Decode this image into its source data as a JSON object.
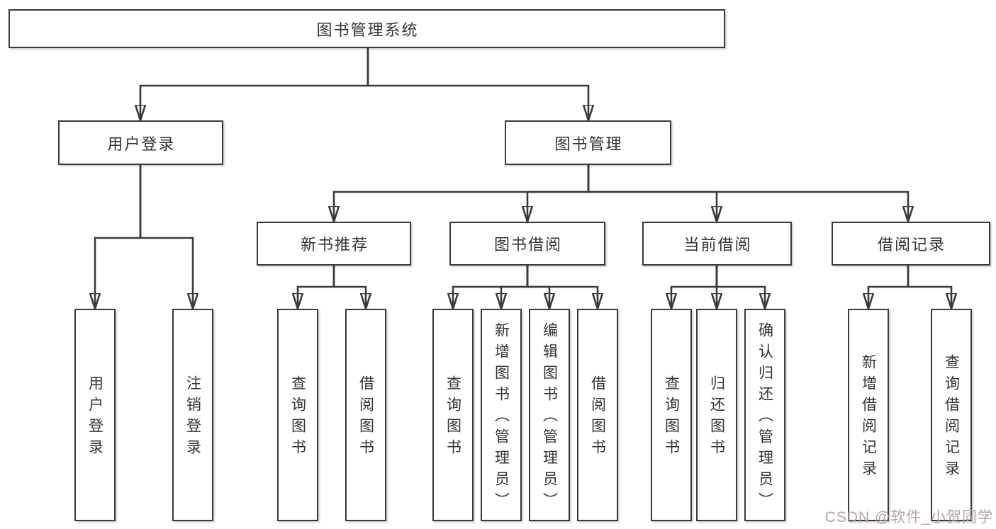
{
  "diagram": {
    "type": "tree",
    "structure": {
      "root": {
        "label": "图书管理系统",
        "children": [
          {
            "label": "用户登录",
            "children": [
              {
                "label": "用户登录"
              },
              {
                "label": "注销登录"
              }
            ]
          },
          {
            "label": "图书管理",
            "children": [
              {
                "label": "新书推荐",
                "children": [
                  {
                    "label": "查询图书"
                  },
                  {
                    "label": "借阅图书"
                  }
                ]
              },
              {
                "label": "图书借阅",
                "children": [
                  {
                    "label": "查询图书"
                  },
                  {
                    "label": "新增图书（管理员）"
                  },
                  {
                    "label": "编辑图书（管理员）"
                  },
                  {
                    "label": "借阅图书"
                  }
                ]
              },
              {
                "label": "当前借阅",
                "children": [
                  {
                    "label": "查询图书"
                  },
                  {
                    "label": "归还图书"
                  },
                  {
                    "label": "确认归还（管理员）"
                  }
                ]
              },
              {
                "label": "借阅记录",
                "children": [
                  {
                    "label": "新增借阅记录"
                  },
                  {
                    "label": "查询借阅记录"
                  }
                ]
              }
            ]
          }
        ]
      }
    },
    "colors": {
      "line": "#3a3a3a",
      "box_border": "#3a3a3a",
      "text": "#333333",
      "background": "#ffffff",
      "watermark": "#b3a4a4"
    }
  },
  "watermark": {
    "text": "CSDN @软件_小贺同学"
  }
}
